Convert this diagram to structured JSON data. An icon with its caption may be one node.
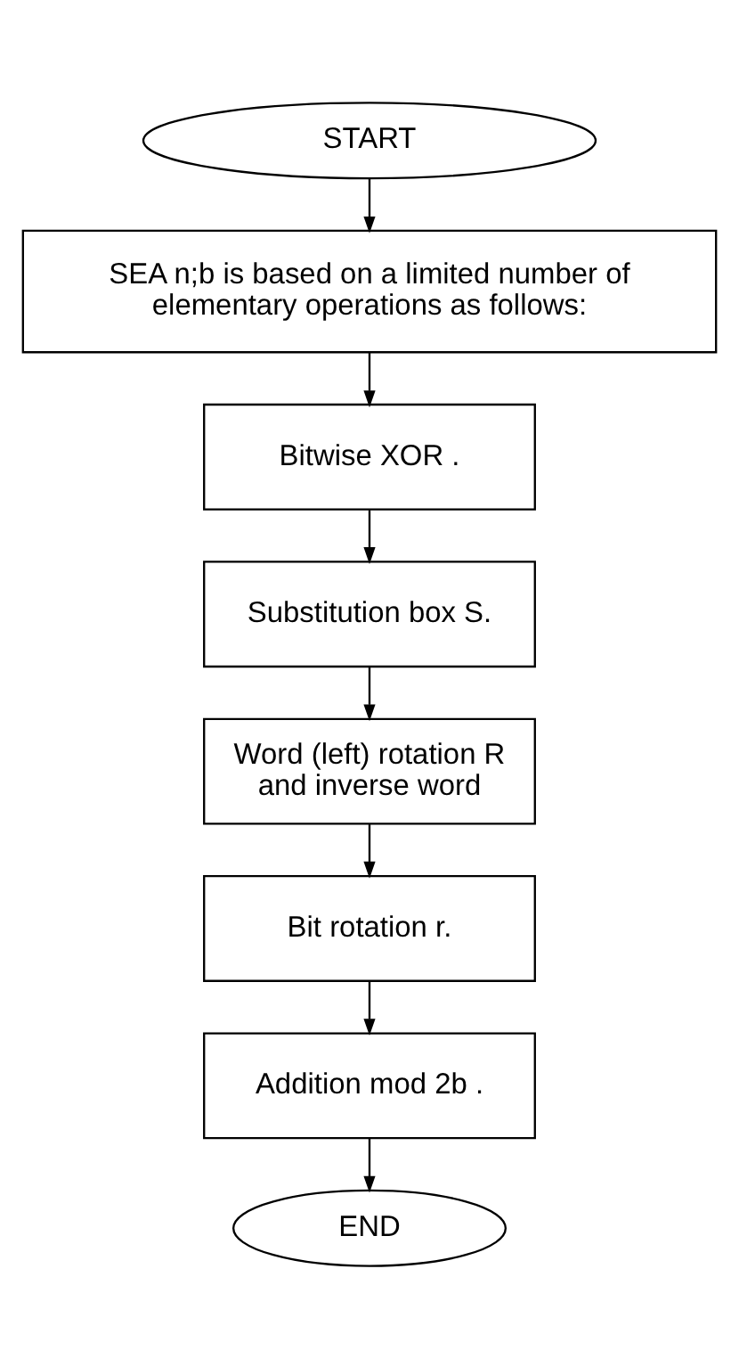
{
  "diagram": {
    "nodes": [
      {
        "text": [
          "START"
        ]
      },
      {
        "text": [
          "SEA n;b is based on a limited number of elementary operations as follows:"
        ]
      },
      {
        "text": [
          "Bitwise XOR ."
        ]
      },
      {
        "text": [
          "Substitution box S."
        ]
      },
      {
        "text": [
          "Word (left) rotation R and inverse word"
        ]
      },
      {
        "text": [
          "Bit rotation r."
        ]
      },
      {
        "text": [
          "Addition mod 2b ."
        ]
      },
      {
        "text": [
          "END"
        ]
      }
    ],
    "edges": [
      {
        "from": 0,
        "to": 1,
        "arrow": "to"
      },
      {
        "from": 1,
        "to": 2,
        "arrow": "to"
      },
      {
        "from": 2,
        "to": 3,
        "arrow": "to"
      },
      {
        "from": 3,
        "to": 4,
        "arrow": "to"
      },
      {
        "from": 4,
        "to": 5,
        "arrow": "to"
      },
      {
        "from": 5,
        "to": 6,
        "arrow": "to"
      },
      {
        "from": 6,
        "to": 7,
        "arrow": "to"
      }
    ]
  }
}
